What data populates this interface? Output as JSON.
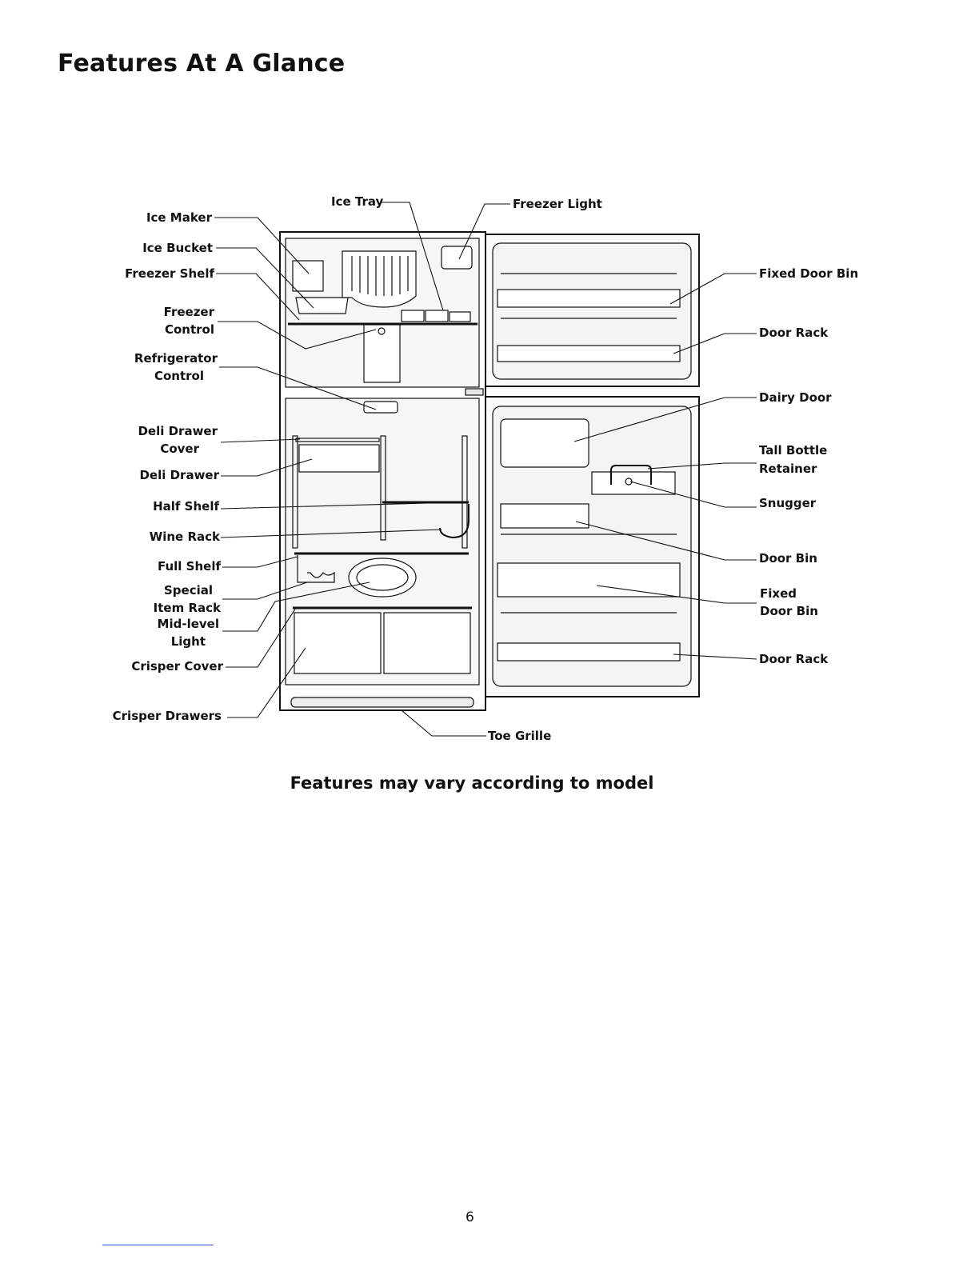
{
  "title": "Features At A Glance",
  "caption": "Features may vary according to model",
  "page_number": "6",
  "labels": {
    "ice_maker": "Ice Maker",
    "ice_bucket": "Ice Bucket",
    "freezer_shelf": "Freezer Shelf",
    "freezer_control_1": "Freezer",
    "freezer_control_2": "Control",
    "refrigerator_control_1": "Refrigerator",
    "refrigerator_control_2": "Control",
    "deli_drawer_cover_1": "Deli Drawer",
    "deli_drawer_cover_2": "Cover",
    "deli_drawer": "Deli Drawer",
    "half_shelf": "Half Shelf",
    "wine_rack": "Wine Rack",
    "full_shelf": "Full Shelf",
    "special_item_rack_1": "Special",
    "special_item_rack_2": "Item Rack",
    "mid_level_light_1": "Mid-level",
    "mid_level_light_2": "Light",
    "crisper_cover": "Crisper Cover",
    "crisper_drawers": "Crisper Drawers",
    "ice_tray": "Ice Tray",
    "freezer_light": "Freezer Light",
    "fixed_door_bin_top": "Fixed Door Bin",
    "door_rack_top": "Door Rack",
    "dairy_door": "Dairy Door",
    "tall_bottle_retainer_1": "Tall Bottle",
    "tall_bottle_retainer_2": "Retainer",
    "snugger": "Snugger",
    "door_bin": "Door Bin",
    "fixed_door_bin_1": "Fixed",
    "fixed_door_bin_2": "Door Bin",
    "door_rack_bottom": "Door Rack",
    "toe_grille": "Toe Grille"
  },
  "colors": {
    "line": "#111111",
    "fill": "#f4f4f4",
    "footer_rule": "#2a4fd8"
  }
}
